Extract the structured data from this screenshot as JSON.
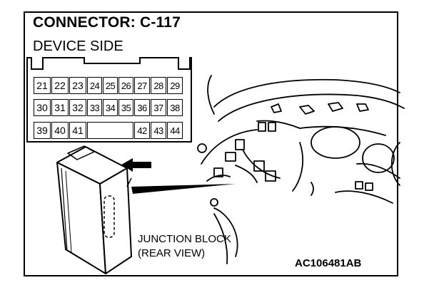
{
  "title": "CONNECTOR: C-117",
  "subtitle": "DEVICE SIDE",
  "connector": {
    "row1": [
      "21",
      "22",
      "23",
      "24",
      "25",
      "26",
      "27",
      "28",
      "29"
    ],
    "row2": [
      "30",
      "31",
      "32",
      "33",
      "34",
      "35",
      "36",
      "37",
      "38"
    ],
    "row3": [
      "39",
      "40",
      "41",
      "42",
      "43",
      "44"
    ]
  },
  "junction_label_line1": "JUNCTION BLOCK",
  "junction_label_line2": "(REAR VIEW)",
  "figure_code": "AC106481AB"
}
